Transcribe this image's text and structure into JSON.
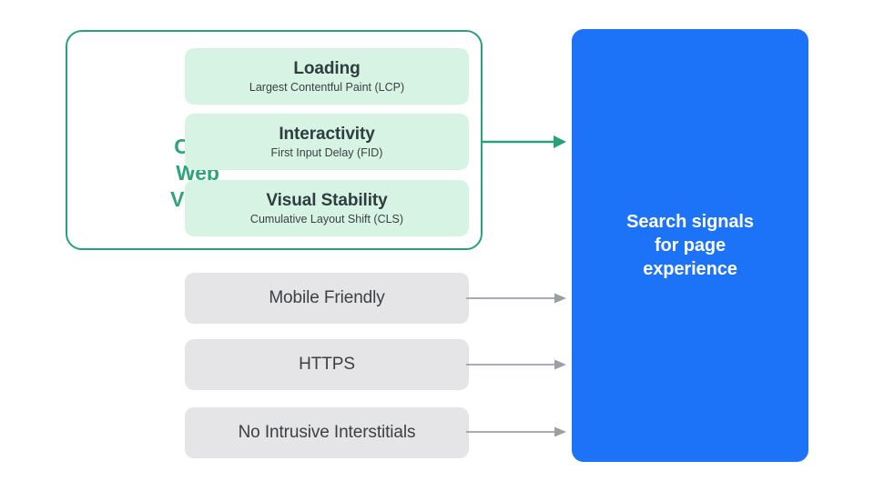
{
  "diagram": {
    "title": "Search signals for page experience",
    "colors": {
      "core_web_vitals_green": "#2CA57B",
      "core_web_vitals_border": "#27A17A",
      "metric_card_fill": "#D6F3E3",
      "signal_card_fill": "#E5E5E7",
      "blue_panel": "#1C73F8",
      "gray_arrow": "#9AA0A6",
      "text_dark": "#3C4043"
    }
  },
  "core_web_vitals": {
    "label": "Core Web Vitals",
    "label_lines": [
      "Core",
      "Web",
      "Vitals"
    ],
    "metrics": [
      {
        "title": "Loading",
        "subtitle": "Largest Contentful Paint (LCP)",
        "abbreviation": "LCP"
      },
      {
        "title": "Interactivity",
        "subtitle": "First Input Delay (FID)",
        "abbreviation": "FID"
      },
      {
        "title": "Visual Stability",
        "subtitle": "Cumulative Layout Shift (CLS)",
        "abbreviation": "CLS"
      }
    ]
  },
  "other_signals": [
    {
      "label": "Mobile Friendly"
    },
    {
      "label": "HTTPS"
    },
    {
      "label": "No Intrusive Interstitials"
    }
  ],
  "output_panel": {
    "text": "Search signals\nfor page\nexperience",
    "lines": [
      "Search signals",
      "for page",
      "experience"
    ]
  },
  "arrows": [
    {
      "name": "core-web-vitals-arrow",
      "color": "#27A17A"
    },
    {
      "name": "mobile-friendly-arrow",
      "color": "#9AA0A6"
    },
    {
      "name": "https-arrow",
      "color": "#9AA0A6"
    },
    {
      "name": "no-intrusive-interstitials-arrow",
      "color": "#9AA0A6"
    }
  ]
}
